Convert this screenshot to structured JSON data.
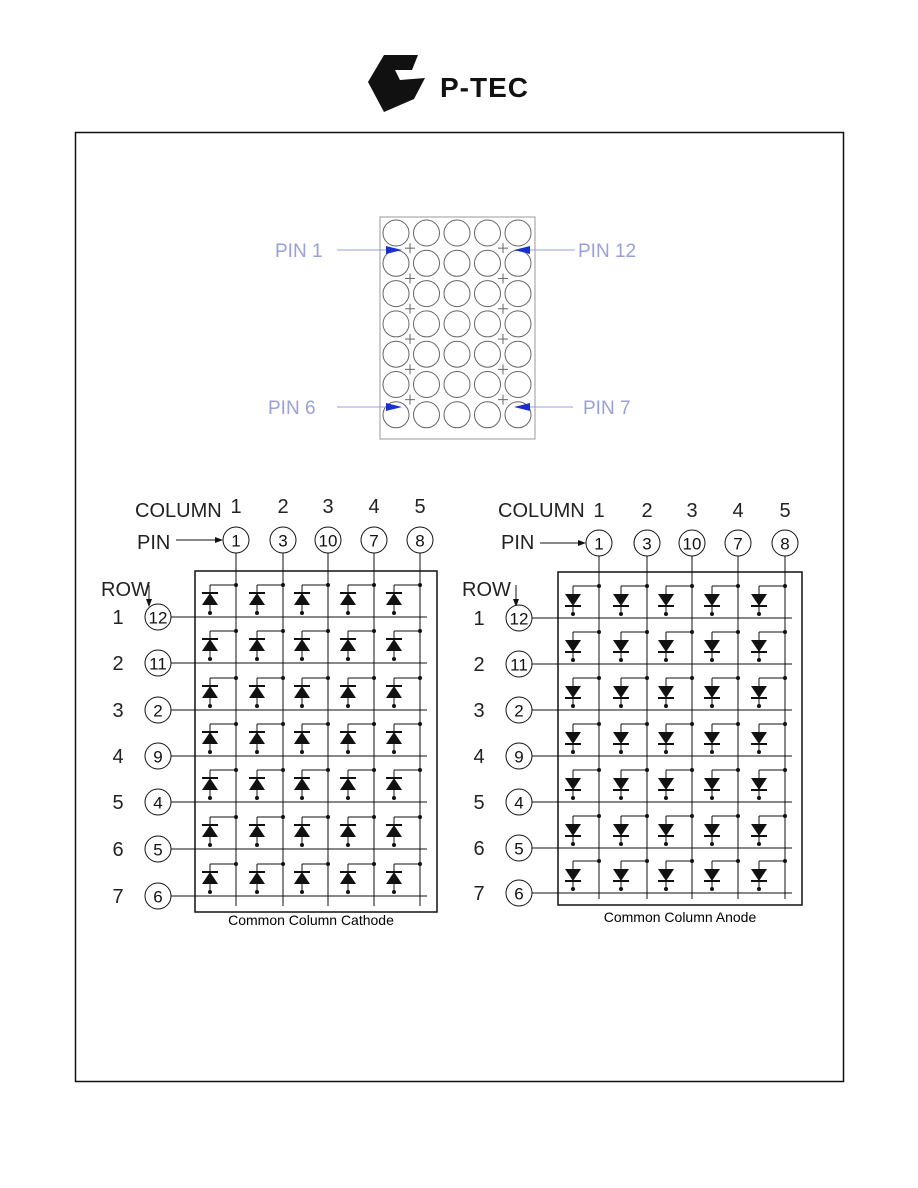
{
  "brand": {
    "name": "P-TEC",
    "logo": "p-tec-logo"
  },
  "package": {
    "pin_labels": [
      {
        "key": "pin1",
        "text": "PIN 1"
      },
      {
        "key": "pin12",
        "text": "PIN 12"
      },
      {
        "key": "pin6",
        "text": "PIN 6"
      },
      {
        "key": "pin7",
        "text": "PIN 7"
      }
    ],
    "rows": 7,
    "cols": 5
  },
  "schematics": [
    {
      "key": "cathode",
      "caption": "Common Column Cathode",
      "column_label": "COLUMN",
      "pin_label": "PIN",
      "row_label": "ROW",
      "columns": [
        "1",
        "2",
        "3",
        "4",
        "5"
      ],
      "column_pins": [
        "1",
        "3",
        "10",
        "7",
        "8"
      ],
      "rows": [
        "1",
        "2",
        "3",
        "4",
        "5",
        "6",
        "7"
      ],
      "row_pins": [
        "12",
        "11",
        "2",
        "9",
        "4",
        "5",
        "6"
      ],
      "diode_direction": "up"
    },
    {
      "key": "anode",
      "caption": "Common Column Anode",
      "column_label": "COLUMN",
      "pin_label": "PIN",
      "row_label": "ROW",
      "columns": [
        "1",
        "2",
        "3",
        "4",
        "5"
      ],
      "column_pins": [
        "1",
        "3",
        "10",
        "7",
        "8"
      ],
      "rows": [
        "1",
        "2",
        "3",
        "4",
        "5",
        "6",
        "7"
      ],
      "row_pins": [
        "12",
        "11",
        "2",
        "9",
        "4",
        "5",
        "6"
      ],
      "diode_direction": "down"
    }
  ],
  "colors": {
    "line": "#111111",
    "pin_arrow": "#1a2fd0",
    "pin_text": "#9aa0d8",
    "dot_outline": "#666666"
  }
}
